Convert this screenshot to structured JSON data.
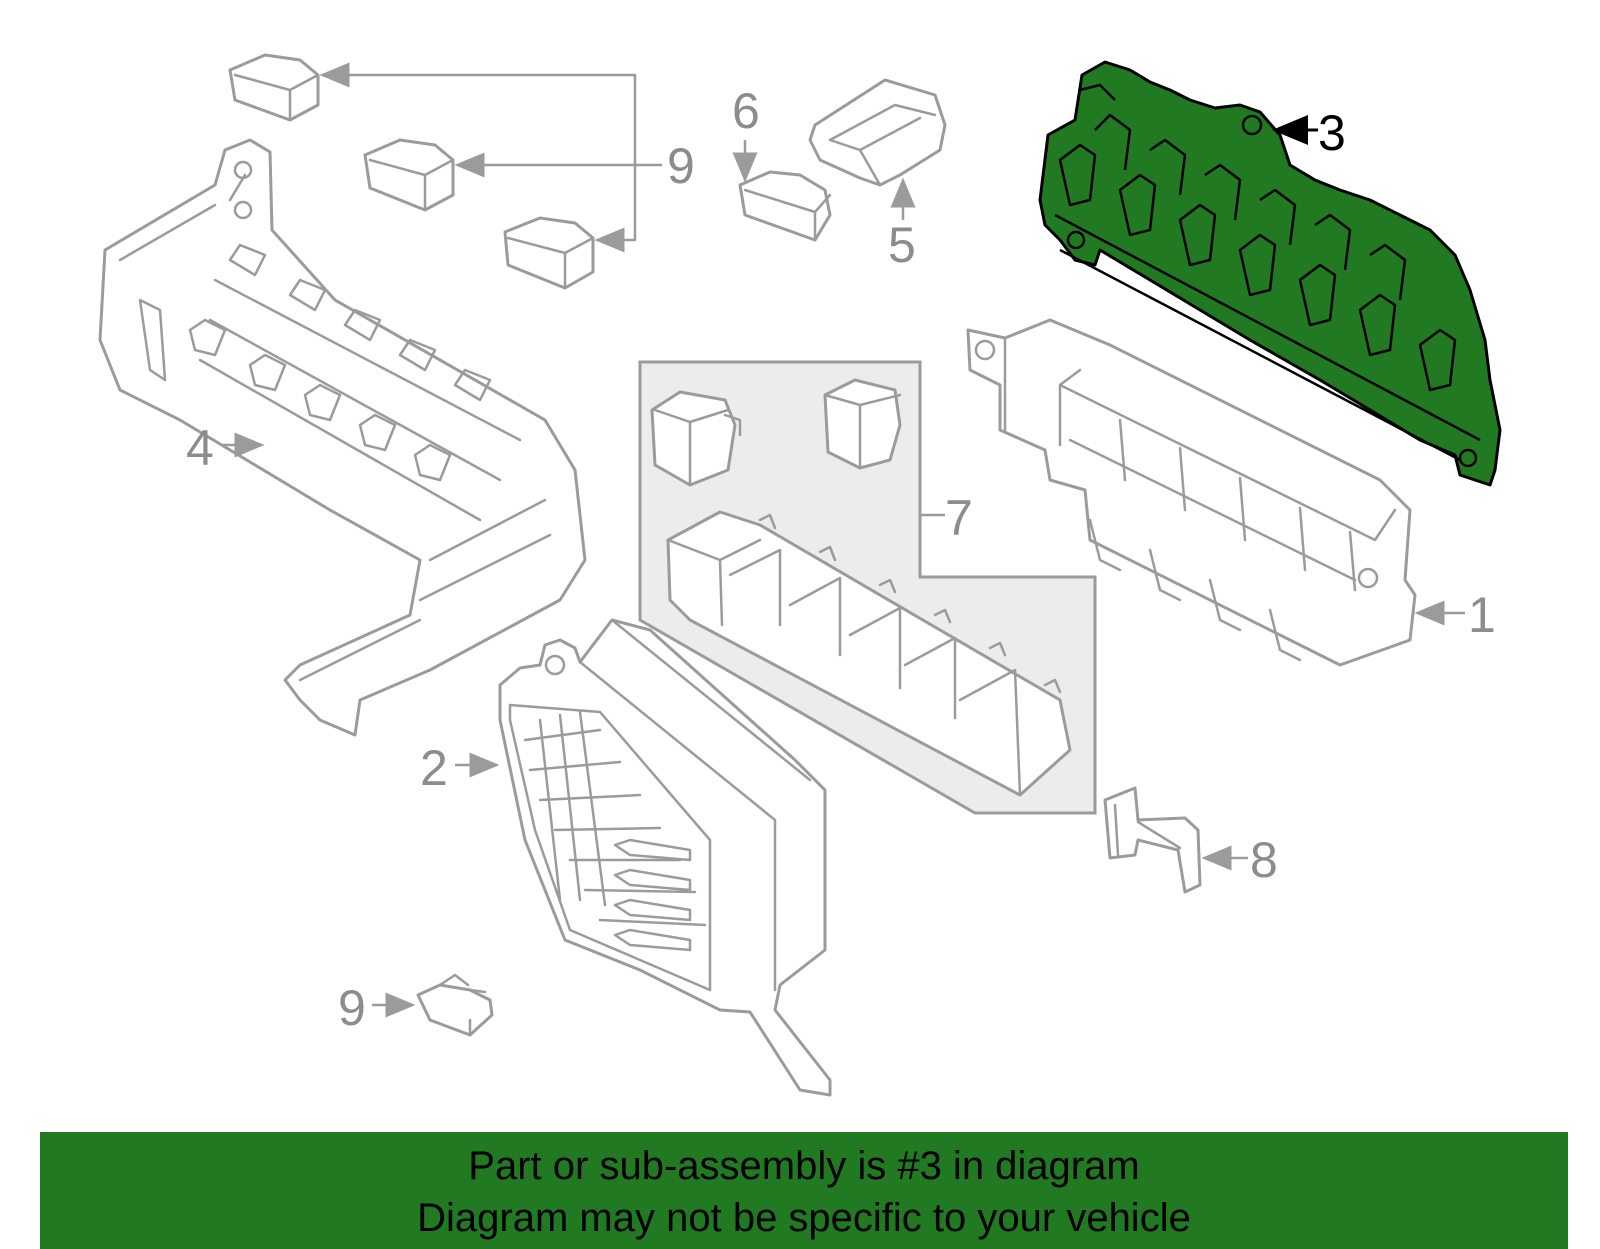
{
  "colors": {
    "highlight": "#217a21",
    "banner": "#217a21",
    "line": "#9b9b9b",
    "label": "#8c8c8c"
  },
  "callouts": {
    "c1": "1",
    "c2": "2",
    "c3": "3",
    "c4": "4",
    "c5": "5",
    "c6": "6",
    "c7": "7",
    "c8": "8",
    "c9_top": "9",
    "c9_bottom": "9"
  },
  "highlighted_part": "3",
  "banner": {
    "line1": "Part or sub-assembly is #3 in diagram",
    "line2": "Diagram may not be specific to your vehicle"
  }
}
